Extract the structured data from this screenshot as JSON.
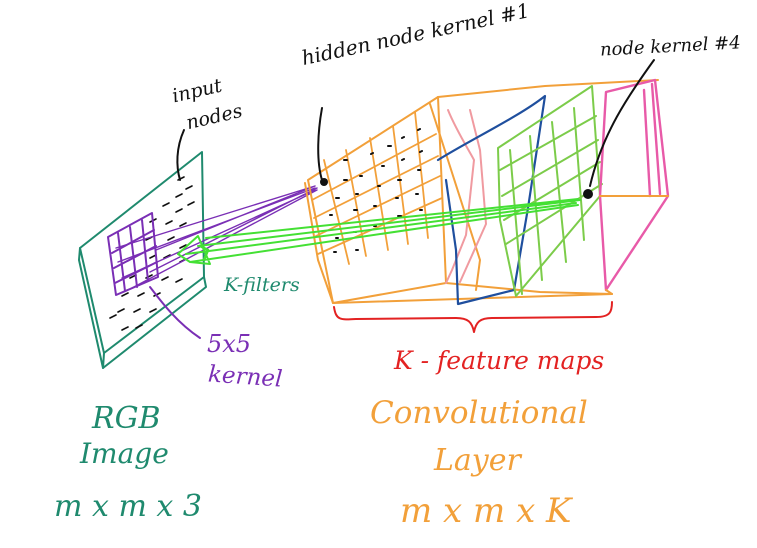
{
  "labels": {
    "input_nodes_1": "input",
    "input_nodes_2": "nodes",
    "hidden_kernel": "hidden node kernel #1",
    "node_kernel4": "node kernel #4",
    "k_filters": "K-filters",
    "kernel_size": "5x5",
    "kernel": "kernel",
    "feature_maps": "K - feature maps",
    "rgb": "RGB",
    "image": "Image",
    "image_dims": "m x m x 3",
    "conv": "Convolutional",
    "layer": "Layer",
    "layer_dims": "m x m x K"
  },
  "colors": {
    "image": "#1f8a6e",
    "kernel": "#7a2fb5",
    "conv": "#f2a03a",
    "filter": "#44e034",
    "red": "#e32222",
    "blue": "#1f4f9e",
    "green_map": "#7ccc4a",
    "pink": "#e85aa8",
    "ink": "#111111"
  }
}
